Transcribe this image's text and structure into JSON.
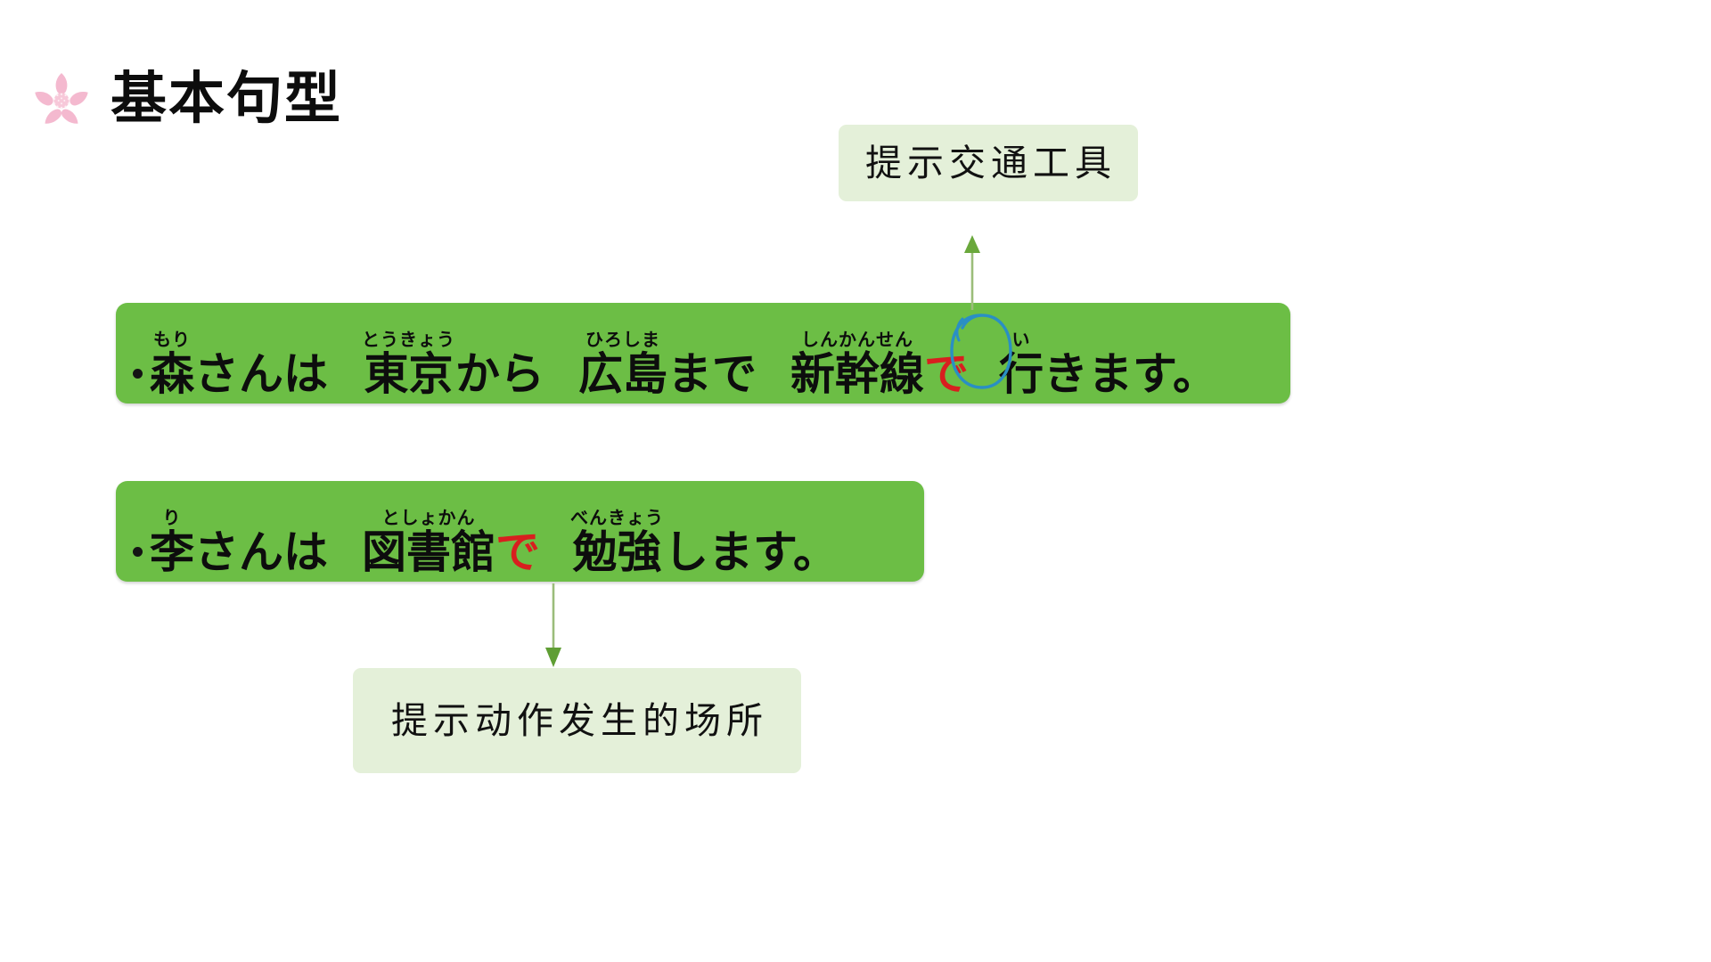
{
  "slide": {
    "background_color": "#ffffff",
    "title": "基本句型",
    "title_icon": "sakura-flower-icon",
    "accent_colors": {
      "bar_green": "#6cbe45",
      "callout_green": "#e4f0d9",
      "arrow_green": "#7cb342",
      "particle_red": "#d81f1f",
      "circle_blue": "#2a8fc4",
      "sakura_pink": "#f6bcd0"
    }
  },
  "sentences": [
    {
      "id": "sentence-1",
      "bullet": "•",
      "words": [
        {
          "furigana": "もり",
          "base": "森"
        },
        {
          "furigana": "",
          "base": "さんは"
        },
        {
          "furigana": "とうきょう",
          "base": "東京"
        },
        {
          "furigana": "",
          "base": "から"
        },
        {
          "furigana": "ひろしま",
          "base": "広島"
        },
        {
          "furigana": "",
          "base": "まで"
        },
        {
          "furigana": "しんかんせん",
          "base": "新幹線"
        },
        {
          "furigana": "",
          "base": "で",
          "highlight": "red",
          "circled": true
        },
        {
          "furigana": "い",
          "base": "行"
        },
        {
          "furigana": "",
          "base": "きます。"
        }
      ],
      "plain_text": "森さんは 東京から 広島まで 新幹線で 行きます。"
    },
    {
      "id": "sentence-2",
      "bullet": "•",
      "words": [
        {
          "furigana": "り",
          "base": "李"
        },
        {
          "furigana": "",
          "base": "さんは"
        },
        {
          "furigana": "としょかん",
          "base": "図書館"
        },
        {
          "furigana": "",
          "base": "で",
          "highlight": "red"
        },
        {
          "furigana": "べんきょう",
          "base": "勉強"
        },
        {
          "furigana": "",
          "base": "します。"
        }
      ],
      "plain_text": "李さんは 図書館で 勉強します。"
    }
  ],
  "callouts": [
    {
      "id": "callout-top",
      "text": "提示交通工具",
      "points_to": "sentence-1-particle-de",
      "arrow": "up"
    },
    {
      "id": "callout-bottom",
      "text": "提示动作发生的场所",
      "points_to": "sentence-2-particle-de",
      "arrow": "down"
    }
  ],
  "annotations": {
    "blue_circle": {
      "name": "hand-drawn-circle-annotation",
      "target": "で",
      "color": "#2a8fc4"
    }
  }
}
